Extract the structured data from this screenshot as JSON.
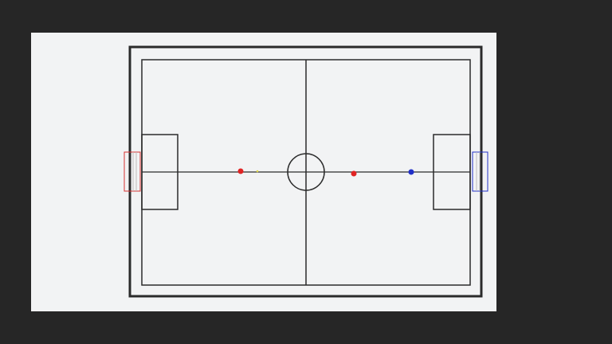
{
  "game": {
    "type": "soccer-field-simulation",
    "colors": {
      "background": "#262626",
      "canvas": "#f2f3f4",
      "line": "#2b2b2b",
      "team_left": "#e02323",
      "team_right": "#2130c8",
      "ball": "#e0d84a"
    },
    "players": [
      {
        "id": "red-1",
        "team": "left"
      },
      {
        "id": "red-2",
        "team": "left"
      },
      {
        "id": "blue-1",
        "team": "right"
      }
    ],
    "ball": {
      "visible": true
    }
  }
}
